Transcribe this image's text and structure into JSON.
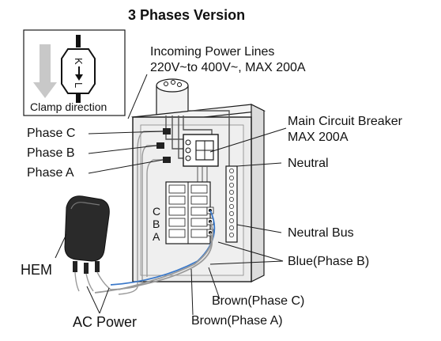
{
  "title": "3 Phases Version",
  "inset": {
    "caption": "Clamp direction",
    "marks": "K→L"
  },
  "labels": {
    "incoming_line1": "Incoming Power Lines",
    "incoming_line2": "220V~to 400V~, MAX 200A",
    "main_breaker_line1": "Main Circuit Breaker",
    "main_breaker_line2": "MAX 200A",
    "neutral": "Neutral",
    "neutral_bus": "Neutral Bus",
    "blue_phase_b": "Blue(Phase B)",
    "brown_phase_c": "Brown(Phase C)",
    "brown_phase_a": "Brown(Phase A)",
    "phase_c": "Phase C",
    "phase_b": "Phase B",
    "phase_a": "Phase A",
    "hem": "HEM",
    "ac_power": "AC Power",
    "row_c": "C",
    "row_b": "B",
    "row_a": "A"
  },
  "colors": {
    "line": "#1a1a1a",
    "blue_wire": "#3a78c9",
    "brown_wire": "#8a8a8a",
    "panel": "#e9e9e9",
    "device": "#222222"
  }
}
